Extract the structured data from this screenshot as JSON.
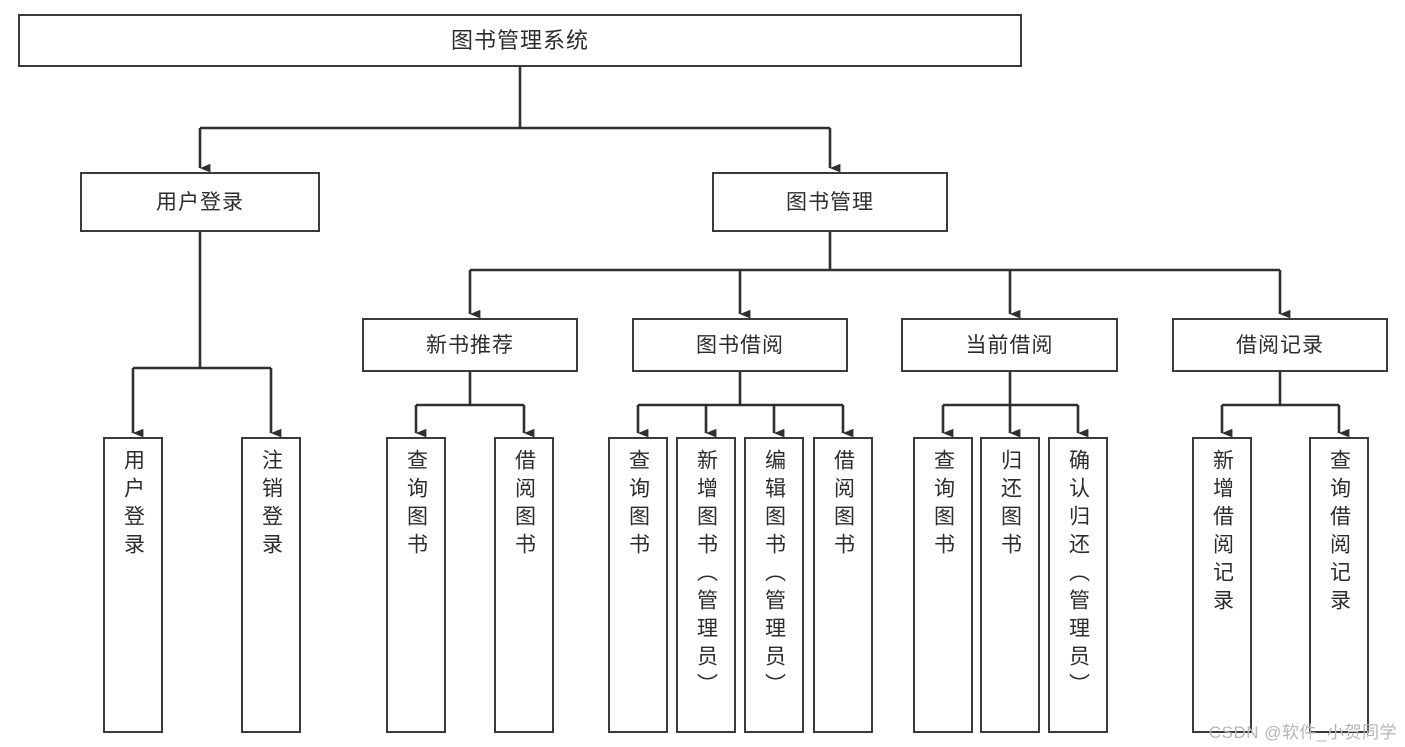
{
  "diagram": {
    "title": "图书管理系统",
    "type": "tree-hierarchy-chart",
    "root": {
      "label": "图书管理系统"
    },
    "level2": [
      {
        "label": "用户登录"
      },
      {
        "label": "图书管理"
      }
    ],
    "level3": [
      {
        "label": "新书推荐"
      },
      {
        "label": "图书借阅"
      },
      {
        "label": "当前借阅"
      },
      {
        "label": "借阅记录"
      }
    ],
    "leaves": {
      "user_login": [
        {
          "label": "用户登录"
        },
        {
          "label": "注销登录"
        }
      ],
      "new_book_recommend": [
        {
          "label": "查询图书"
        },
        {
          "label": "借阅图书"
        }
      ],
      "book_borrow": [
        {
          "label": "查询图书"
        },
        {
          "label": "新增图书（管理员）"
        },
        {
          "label": "编辑图书（管理员）"
        },
        {
          "label": "借阅图书"
        }
      ],
      "current_borrow": [
        {
          "label": "查询图书"
        },
        {
          "label": "归还图书"
        },
        {
          "label": "确认归还（管理员）"
        }
      ],
      "borrow_record": [
        {
          "label": "新增借阅记录"
        },
        {
          "label": "查询借阅记录"
        }
      ]
    }
  },
  "watermark": {
    "text": "CSDN @软件_小贺同学"
  },
  "colors": {
    "box_border": "#3a3a3a",
    "box_fill": "#ffffff",
    "connector": "#2f2f2f",
    "text": "#2c2c2c",
    "watermark": "#b6b6b6"
  }
}
